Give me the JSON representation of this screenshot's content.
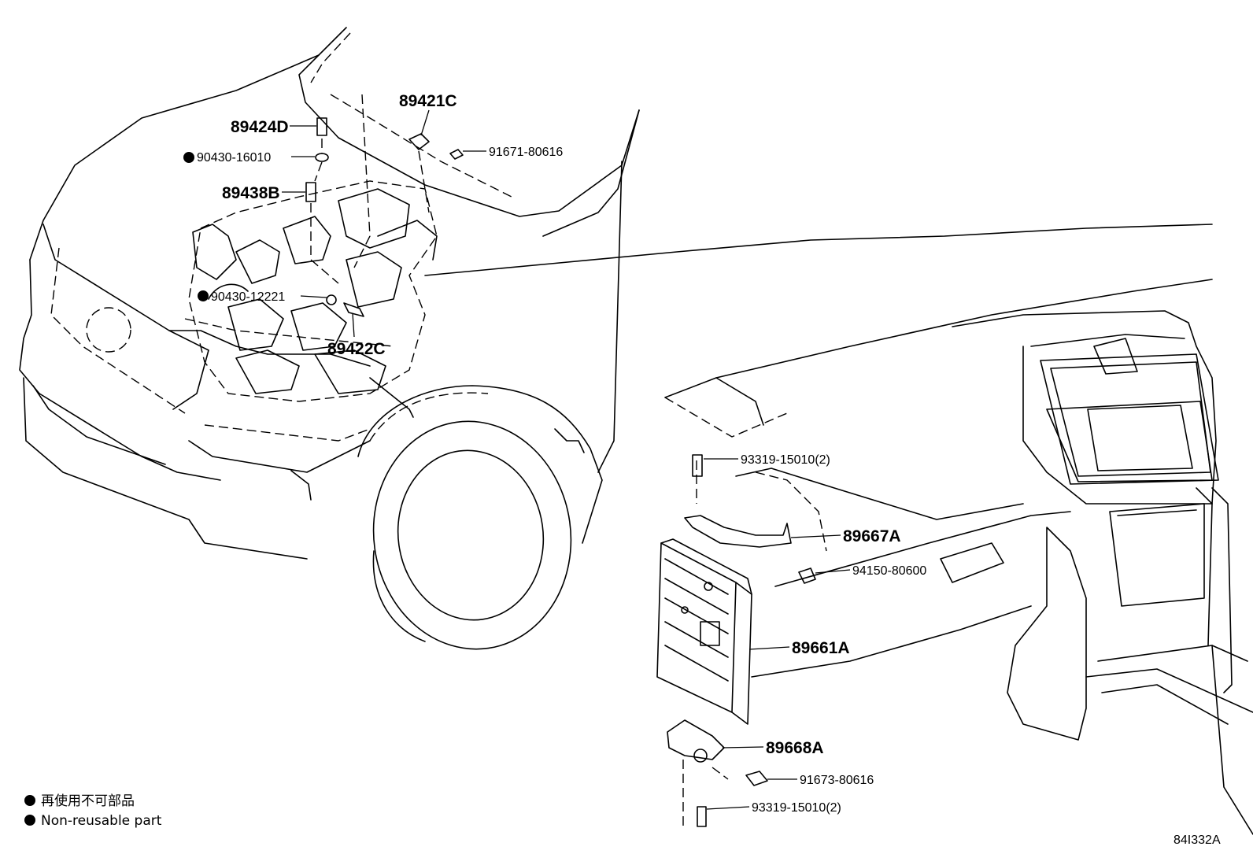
{
  "labels": {
    "p89424D": "89424D",
    "p90430_16010": "90430-16010",
    "p89421C": "89421C",
    "p91671_80616": "91671-80616",
    "p89438B": "89438B",
    "p90430_12221": "90430-12221",
    "p89422C": "89422C",
    "p93319_top": "93319-15010(2)",
    "p89667A": "89667A",
    "p94150_80600": "94150-80600",
    "p89661A": "89661A",
    "p89668A": "89668A",
    "p91673_80616": "91673-80616",
    "p93319_bottom": "93319-15010(2)"
  },
  "legend": {
    "japanese": "再使用不可部品",
    "english": "Non-reusable part"
  },
  "diagram_code": "84I332A"
}
